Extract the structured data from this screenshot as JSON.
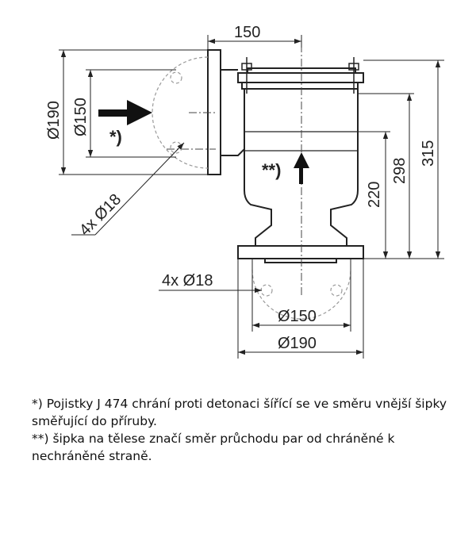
{
  "dimensions": {
    "top_width": "150",
    "left_outer_diameter": "Ø190",
    "left_inner_diameter": "Ø150",
    "left_holes": "4x Ø18",
    "height_220": "220",
    "height_298": "298",
    "height_315": "315",
    "bottom_holes": "4x Ø18",
    "bottom_inner_diameter": "Ø150",
    "bottom_outer_diameter": "Ø190"
  },
  "markers": {
    "single": "*)",
    "double": "**)"
  },
  "notes": [
    "*) Pojistky J 474 chrání proti detonaci šířící se ve směru vnější šipky směřující do příruby.",
    "**) šipka na tělese značí směr průchodu par od chráněné k nechráněné straně."
  ]
}
